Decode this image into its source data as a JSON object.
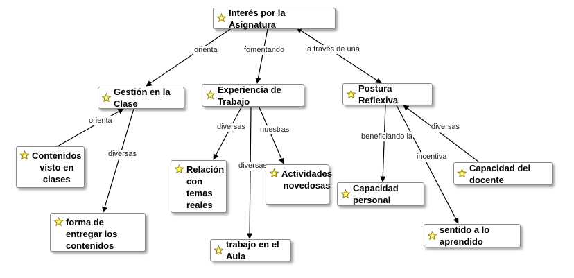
{
  "nodes": {
    "interes": "Interés por la Asignatura",
    "gestion": "Gestión en la Clase",
    "experiencia": "Experiencia de Trabajo",
    "postura": "Postura Reflexiva",
    "contenidos": "Contenidos\nvisto en clases",
    "forma": "forma de entregar los\ncontenidos",
    "relacion": "Relación\ncon temas\nreales",
    "actividades": "Actividades\nnovedosas",
    "trabajo": "trabajo en el Aula",
    "capacidad_personal": "Capacidad personal",
    "capacidad_docente": "Capacidad del docente",
    "sentido": "sentido a lo aprendido"
  },
  "links": {
    "orienta_1": "orienta",
    "fomentando": "fomentando",
    "a_traves": "a través de una",
    "orienta_2": "orienta",
    "diversas_1": "diversas",
    "diversas_2": "diversas",
    "nuestras": "nuestras",
    "diversas_3": "diversas",
    "beneficiando": "beneficiando la",
    "diversas_4": "diversas",
    "incentiva": "incentiva"
  },
  "colors": {
    "node_border": "#8a8a8a",
    "line": "#000000",
    "icon_fill": "#f5e83a"
  },
  "icon": "concept-star-icon"
}
